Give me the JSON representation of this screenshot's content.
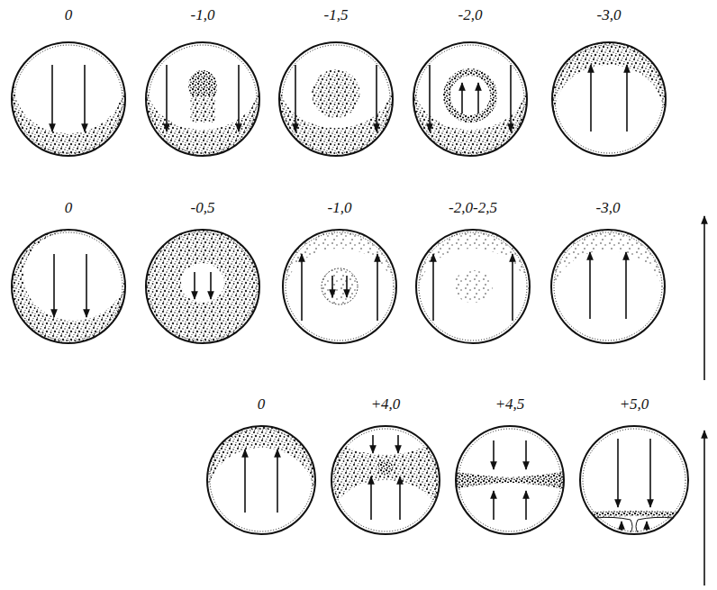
{
  "diagram": {
    "labels": [
      "0",
      "-1,0",
      "-1,5",
      "-2,0",
      "-3,0",
      "0",
      "-0,5",
      "-1,0",
      "-2,0-2,5",
      "-3,0",
      "0",
      "+4,0",
      "+4,5",
      "+5,0"
    ]
  }
}
